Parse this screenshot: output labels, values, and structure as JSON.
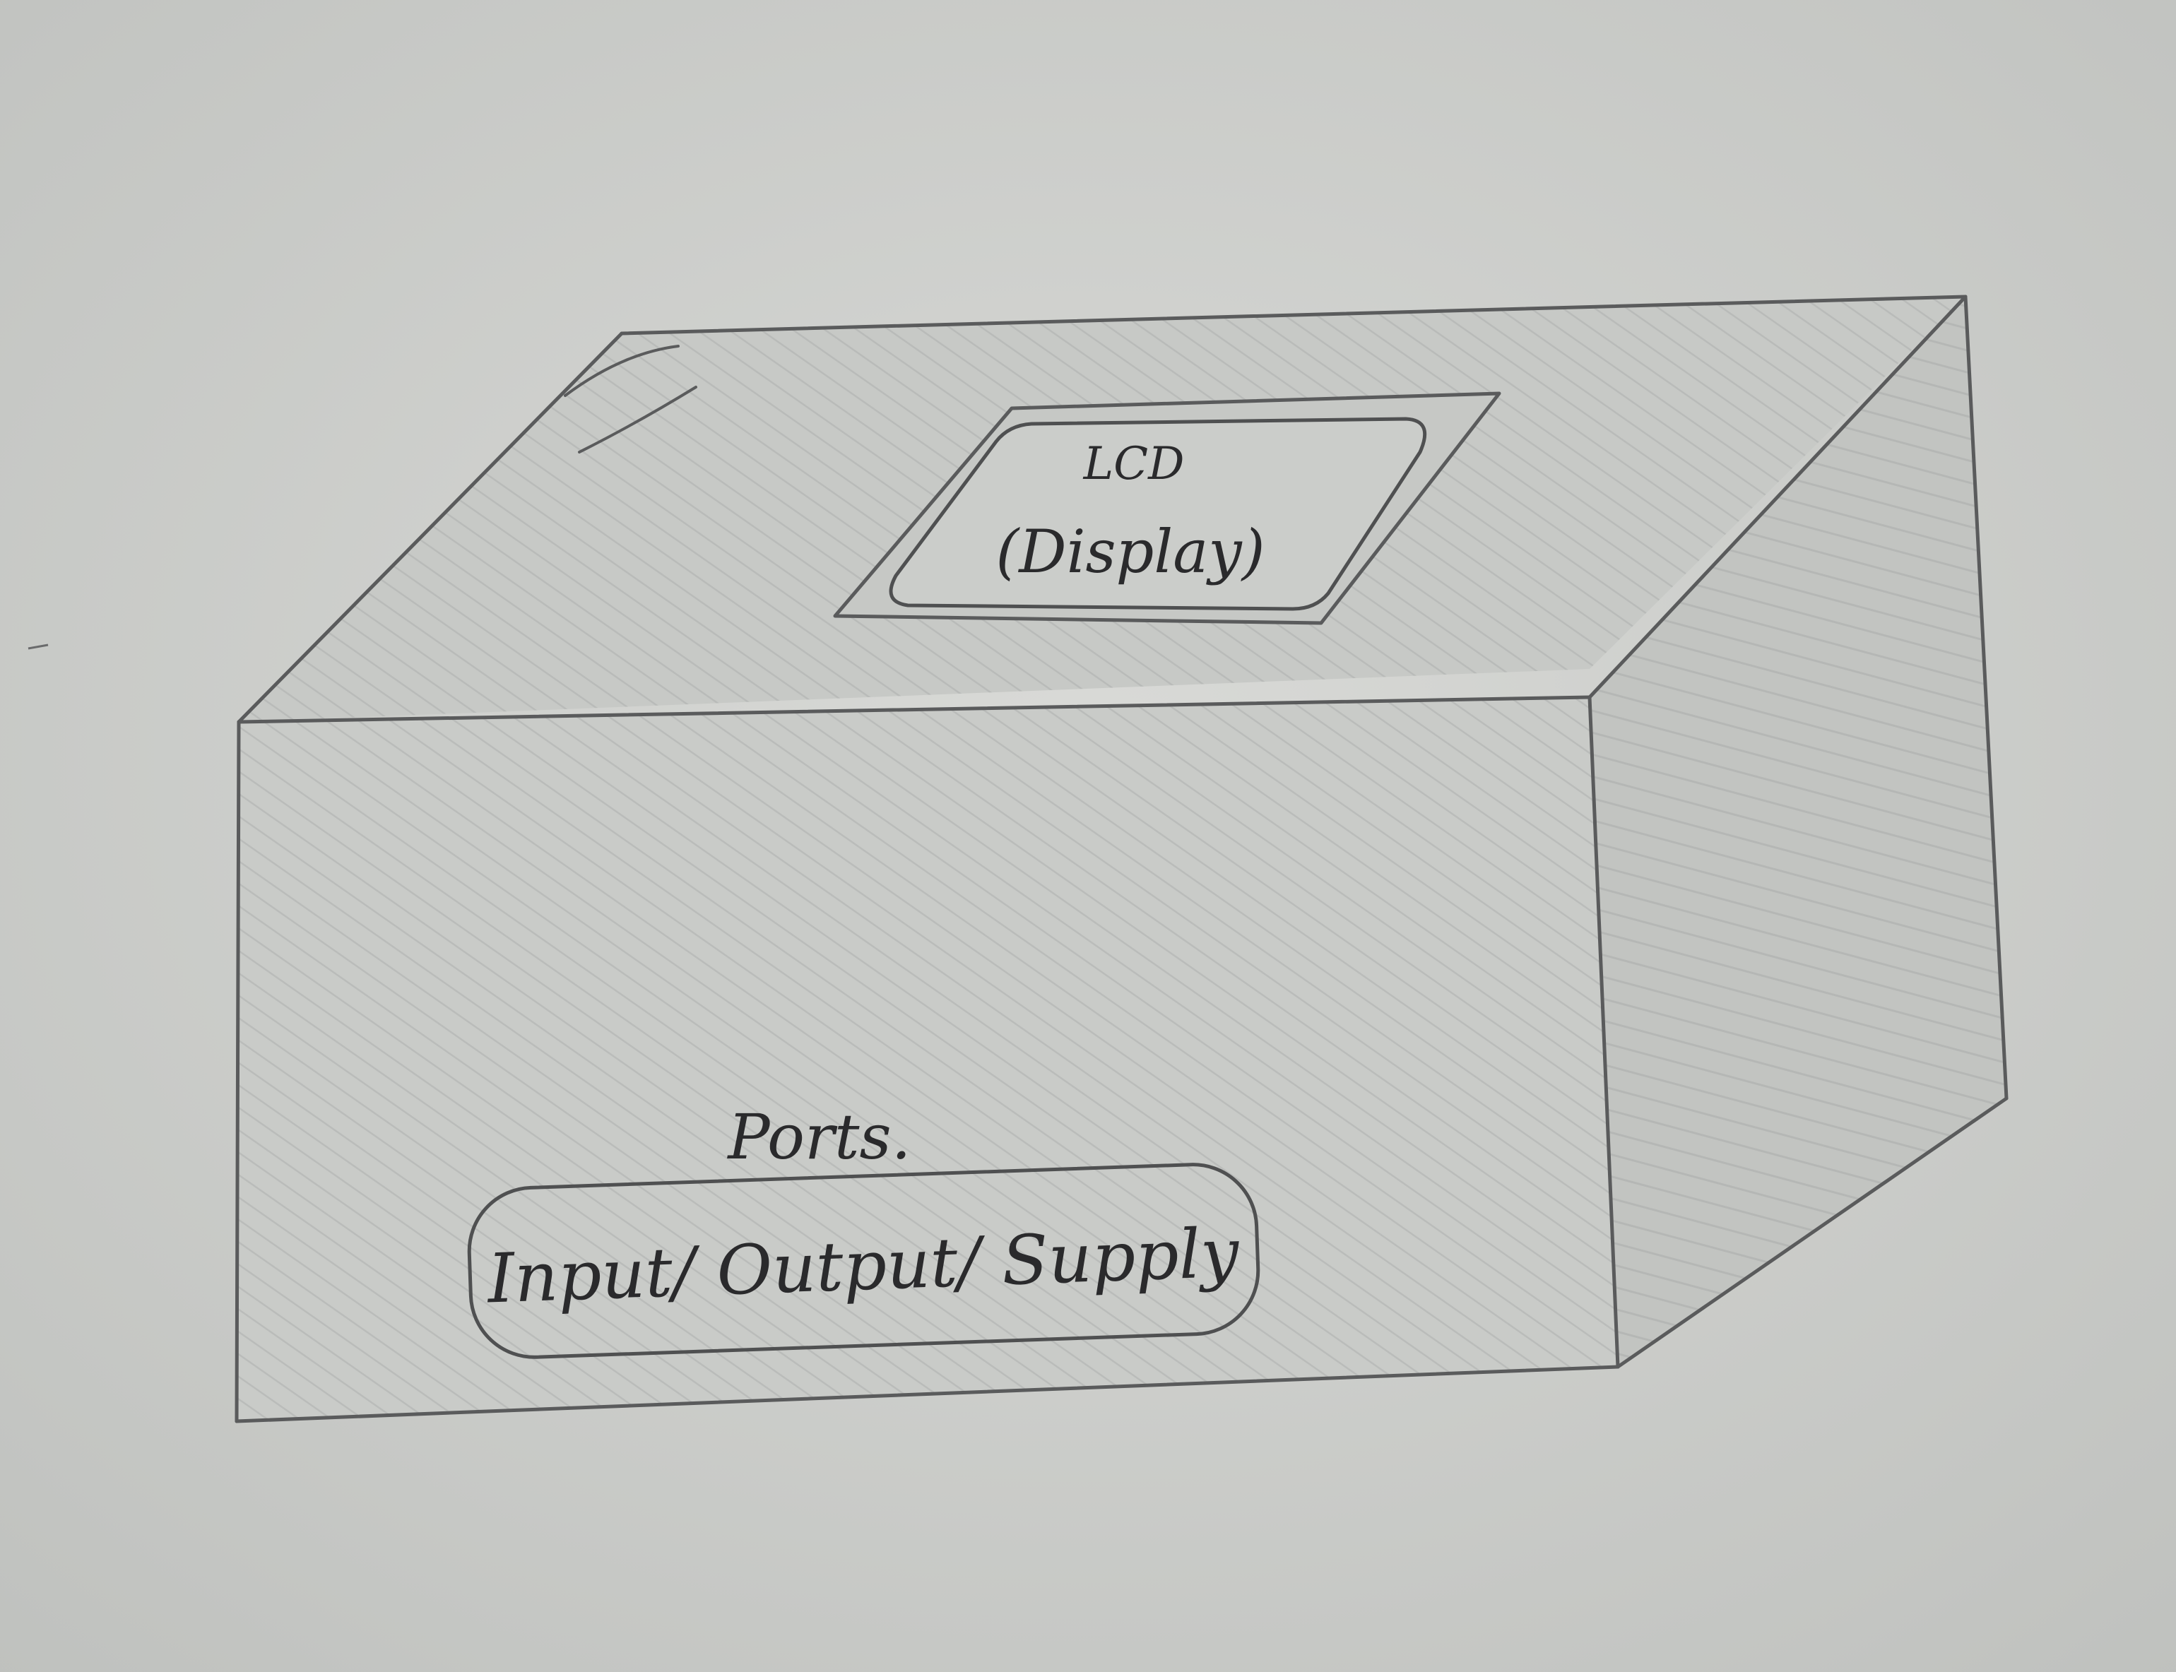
{
  "diagram": {
    "display_label_line1": "LCD",
    "display_label_line2": "(Display)",
    "ports_title": "Ports.",
    "ports_label": "Input/ Output/ Supply"
  },
  "colors": {
    "paper": "#cdcfcc",
    "pencil": "#5a5b5c",
    "ink": "#2a2a2c"
  }
}
